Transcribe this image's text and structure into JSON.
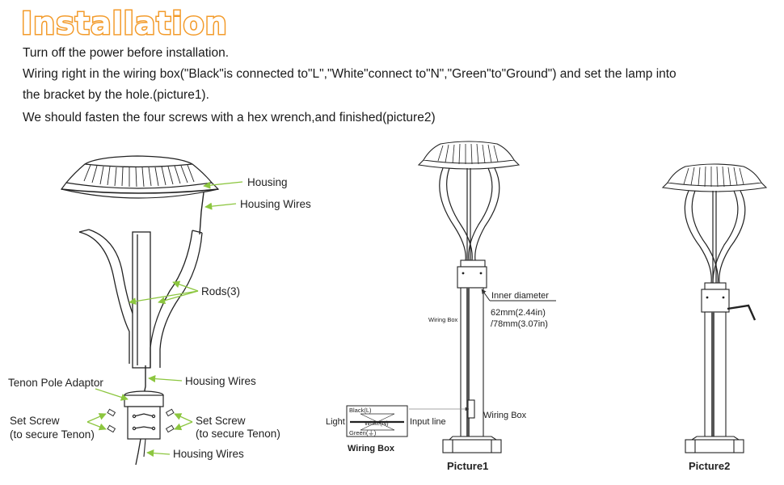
{
  "header": {
    "title": "Installation",
    "title_color": "#f39b2b",
    "instructions": [
      "Turn off the power before installation.",
      "Wiring right in the wiring box(\"Black\"is connected to\"L\",\"White\"connect to\"N\",\"Green\"to\"Ground\") and set the lamp into",
      "the bracket by the hole.(picture1).",
      "We should fasten the four screws with a hex wrench,and finished(picture2)"
    ]
  },
  "exploded_view": {
    "labels": {
      "housing": "Housing",
      "housing_wires_top": "Housing Wires",
      "rods": "Rods(3)",
      "housing_wires_mid": "Housing Wires",
      "tenon_pole_adaptor": "Tenon Pole Adaptor",
      "set_screw_left_1": "Set Screw",
      "set_screw_left_2": "(to secure Tenon)",
      "set_screw_right_1": "Set Screw",
      "set_screw_right_2": "(to secure Tenon)",
      "housing_wires_bottom": "Housing Wires"
    },
    "leader_color": "#8cc63f"
  },
  "picture1": {
    "inner_diameter_label": "Inner diameter",
    "dim_1": "62mm(2.44in)",
    "dim_2": "/78mm(3.07in)",
    "wiring_box_pole_label": "Wiring Box",
    "wiring_box_side_label": "Wiring Box",
    "inset": {
      "black": "Black(L)",
      "white": "White(N)",
      "green": "Green(⏚)",
      "light": "Light",
      "input_line": "Input line",
      "caption": "Wiring Box"
    },
    "caption": "Picture1"
  },
  "picture2": {
    "caption": "Picture2"
  },
  "icons": [
    "lamp-housing-icon",
    "rod-icon",
    "tenon-adaptor-icon",
    "set-screw-icon",
    "hex-wrench-icon",
    "pole-icon",
    "base-icon"
  ]
}
